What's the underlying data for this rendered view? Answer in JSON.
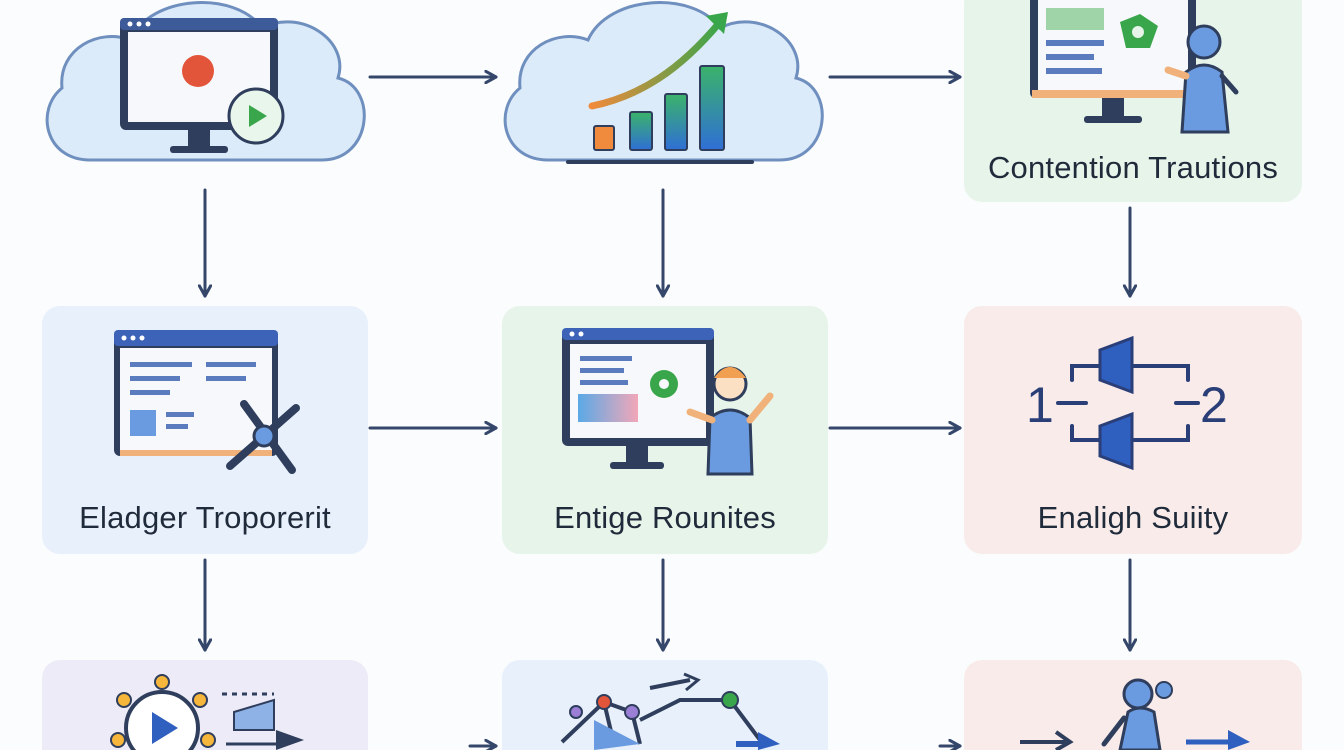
{
  "nodes": [
    {
      "id": "cloud-video",
      "label": ""
    },
    {
      "id": "cloud-chart",
      "label": ""
    },
    {
      "id": "contention",
      "label": "Contention Trautions"
    },
    {
      "id": "eladger",
      "label": "Eladger Troporerit"
    },
    {
      "id": "entige",
      "label": "Entige Rounites"
    },
    {
      "id": "enaligh",
      "label": "Enaligh Suiity"
    },
    {
      "id": "video-pipeline",
      "label": ""
    },
    {
      "id": "network-graph",
      "label": ""
    },
    {
      "id": "walker",
      "label": ""
    }
  ],
  "numbers": {
    "left": "1",
    "right": "2"
  },
  "colors": {
    "arrow": "#34476a",
    "cloud_fill": "#dcebfa",
    "cloud_stroke": "#6f8fbf",
    "blue_box": "#e8f0fb",
    "green_box": "#e6f4ea",
    "pink_box": "#f8ebe9",
    "lavender_box": "#ecebf7"
  }
}
